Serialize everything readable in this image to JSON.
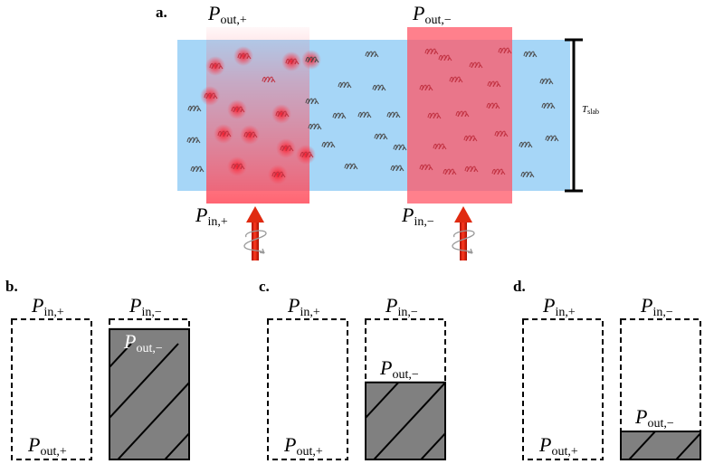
{
  "panel_a": {
    "letter": "a.",
    "labels": {
      "p_out_plus": {
        "sym": "P",
        "sub": "out,+"
      },
      "p_out_minus": {
        "sym": "P",
        "sub": "out,−"
      },
      "p_in_plus": {
        "sym": "P",
        "sub": "in,+"
      },
      "p_in_minus": {
        "sym": "P",
        "sub": "in,−"
      },
      "t_slab": {
        "sym": "T",
        "sub": "slab"
      }
    },
    "colors": {
      "slab": "#a6d6f7",
      "beam": "#ff5a6a",
      "arrow": "#e02010",
      "molecule": "#555555",
      "molecule_lit": "#d03040"
    }
  },
  "panel_b": {
    "letter": "b.",
    "in_plus": {
      "sym": "P",
      "sub": "in,+"
    },
    "in_minus": {
      "sym": "P",
      "sub": "in,−"
    },
    "out_plus": {
      "sym": "P",
      "sub": "out,+"
    },
    "out_minus": {
      "sym": "P",
      "sub": "out,−"
    },
    "out_minus_fraction": 0.93
  },
  "panel_c": {
    "letter": "c.",
    "in_plus": {
      "sym": "P",
      "sub": "in,+"
    },
    "in_minus": {
      "sym": "P",
      "sub": "in,−"
    },
    "out_plus": {
      "sym": "P",
      "sub": "out,+"
    },
    "out_minus": {
      "sym": "P",
      "sub": "out,−"
    },
    "out_minus_fraction": 0.55
  },
  "panel_d": {
    "letter": "d.",
    "in_plus": {
      "sym": "P",
      "sub": "in,+"
    },
    "in_minus": {
      "sym": "P",
      "sub": "in,−"
    },
    "out_plus": {
      "sym": "P",
      "sub": "out,+"
    },
    "out_minus": {
      "sym": "P",
      "sub": "out,−"
    },
    "out_minus_fraction": 0.2
  },
  "fill_color": "#808080"
}
